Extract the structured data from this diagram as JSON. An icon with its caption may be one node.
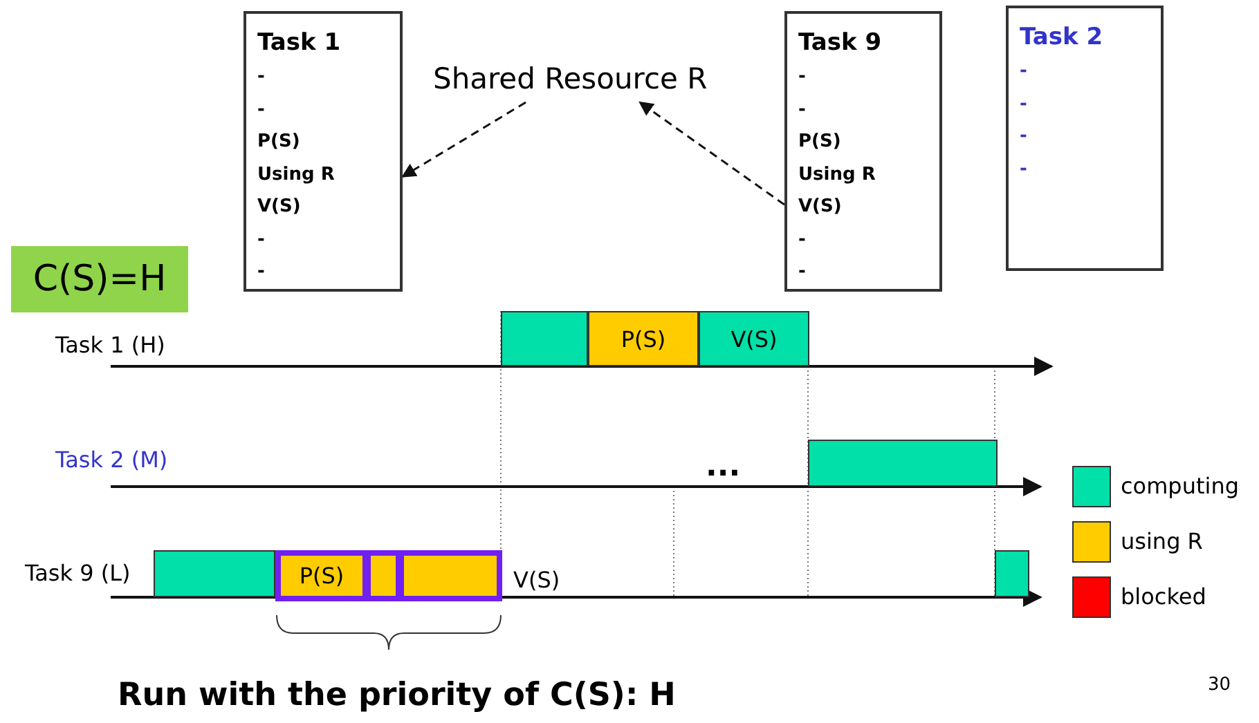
{
  "diagram": {
    "nodes": [
      {
        "text": [
          "Task 1",
          "-",
          "-",
          "P(S)",
          "Using R",
          "V(S)",
          "-",
          "-"
        ]
      },
      {
        "text": [
          "Shared Resource R"
        ]
      },
      {
        "text": [
          "Task 9",
          "-",
          "-",
          "P(S)",
          "Using R",
          "V(S)",
          "-",
          "-"
        ]
      },
      {
        "text": [
          "Task 2",
          "-",
          "-",
          "-",
          "-"
        ]
      },
      {
        "text": [
          "C(S)=H"
        ]
      },
      {
        "text": [],
        "shape": "bar"
      },
      {
        "text": [
          "P(S)"
        ]
      },
      {
        "text": [
          "V(S)"
        ]
      },
      {
        "text": [],
        "shape": "bar"
      },
      {
        "text": [],
        "shape": "bar"
      },
      {
        "text": [
          "P(S)"
        ]
      },
      {
        "text": [],
        "shape": "bar"
      },
      {
        "text": [],
        "shape": "bar",
        "beside": [
          "V(S)"
        ]
      },
      {
        "text": [],
        "shape": "bar"
      }
    ],
    "edges": [
      {
        "from": 1,
        "to": 0,
        "arrow": "to",
        "style": "dashed"
      },
      {
        "from": 2,
        "to": 1,
        "arrow": "to",
        "style": "dashed"
      }
    ],
    "labels": [
      "Task 1 (H)",
      "Task 2 (M)",
      "...",
      "Task 9 (L)",
      "Run with the priority of C(S): H",
      "30"
    ],
    "legend": [
      {
        "text": "computing",
        "color": "#00e0a8"
      },
      {
        "text": "using R",
        "color": "#ffcc00"
      },
      {
        "text": "blocked",
        "color": "#ff0000"
      }
    ]
  }
}
